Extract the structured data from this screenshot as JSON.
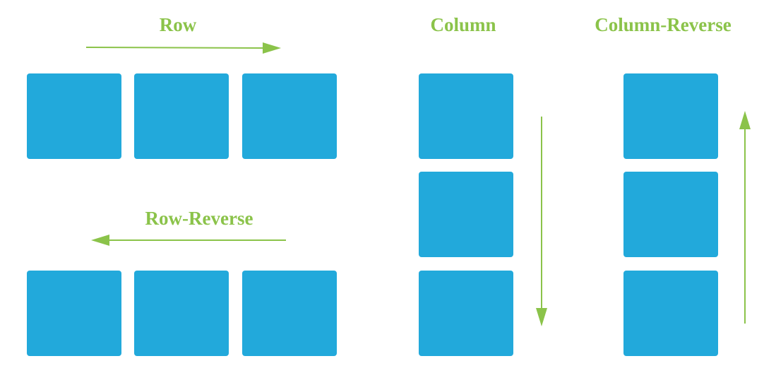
{
  "colors": {
    "accent": "#8bc34a",
    "box": "#22a9db"
  },
  "labels": {
    "row": "Row",
    "row_reverse": "Row-Reverse",
    "column": "Column",
    "column_reverse": "Column-Reverse"
  },
  "arrows": {
    "row": "right",
    "row_reverse": "left",
    "column": "down",
    "column_reverse": "up"
  }
}
